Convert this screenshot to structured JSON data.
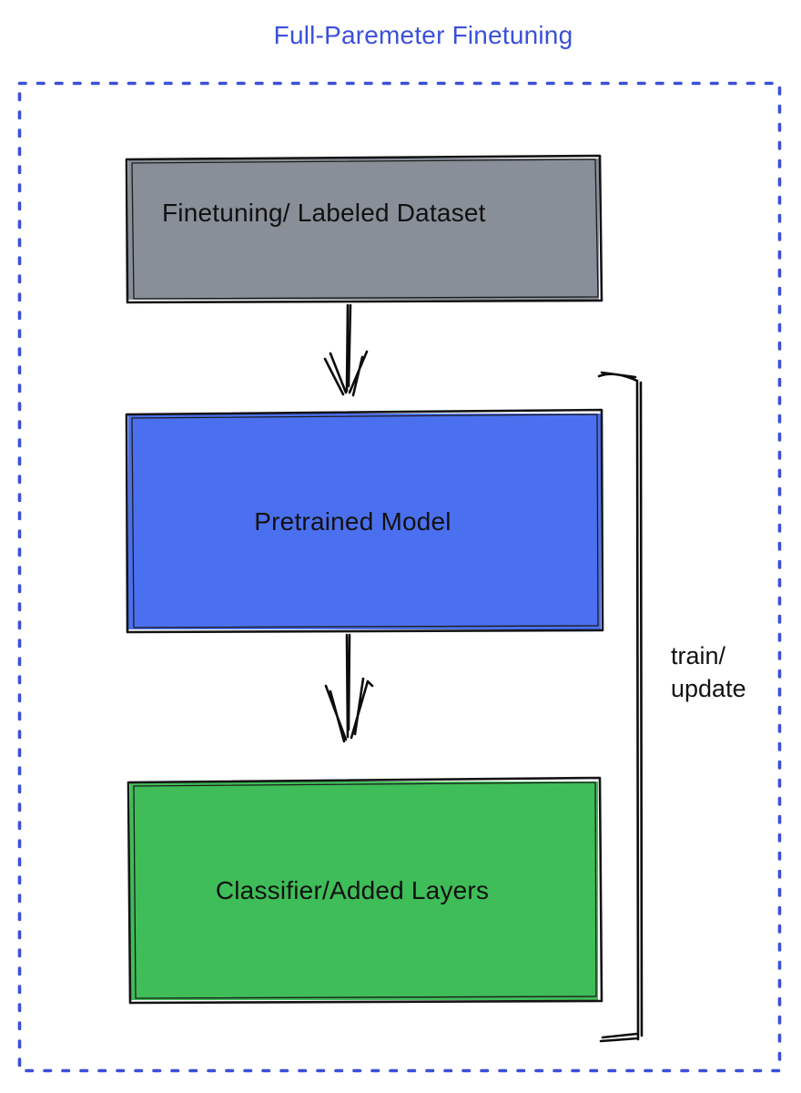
{
  "title": {
    "text": "Full-Paremeter Finetuning",
    "color": "#3b50d8"
  },
  "frame": {
    "style": "dotted",
    "color": "#3b50d8"
  },
  "nodes": [
    {
      "id": "finetuning-dataset",
      "label": "Finetuning/ Labeled Dataset",
      "color": "#888f98"
    },
    {
      "id": "pretrained-model",
      "label": "Pretrained Model",
      "color": "#4b70ef"
    },
    {
      "id": "classifier-added-layers",
      "label": "Classifier/Added Layers",
      "color": "#3fbd58"
    }
  ],
  "edges": [
    {
      "from": "finetuning-dataset",
      "to": "pretrained-model",
      "type": "arrow-down"
    },
    {
      "from": "pretrained-model",
      "to": "classifier-added-layers",
      "type": "arrow-down"
    }
  ],
  "bracket": {
    "label": "train/\nupdate",
    "color": "#000000"
  }
}
